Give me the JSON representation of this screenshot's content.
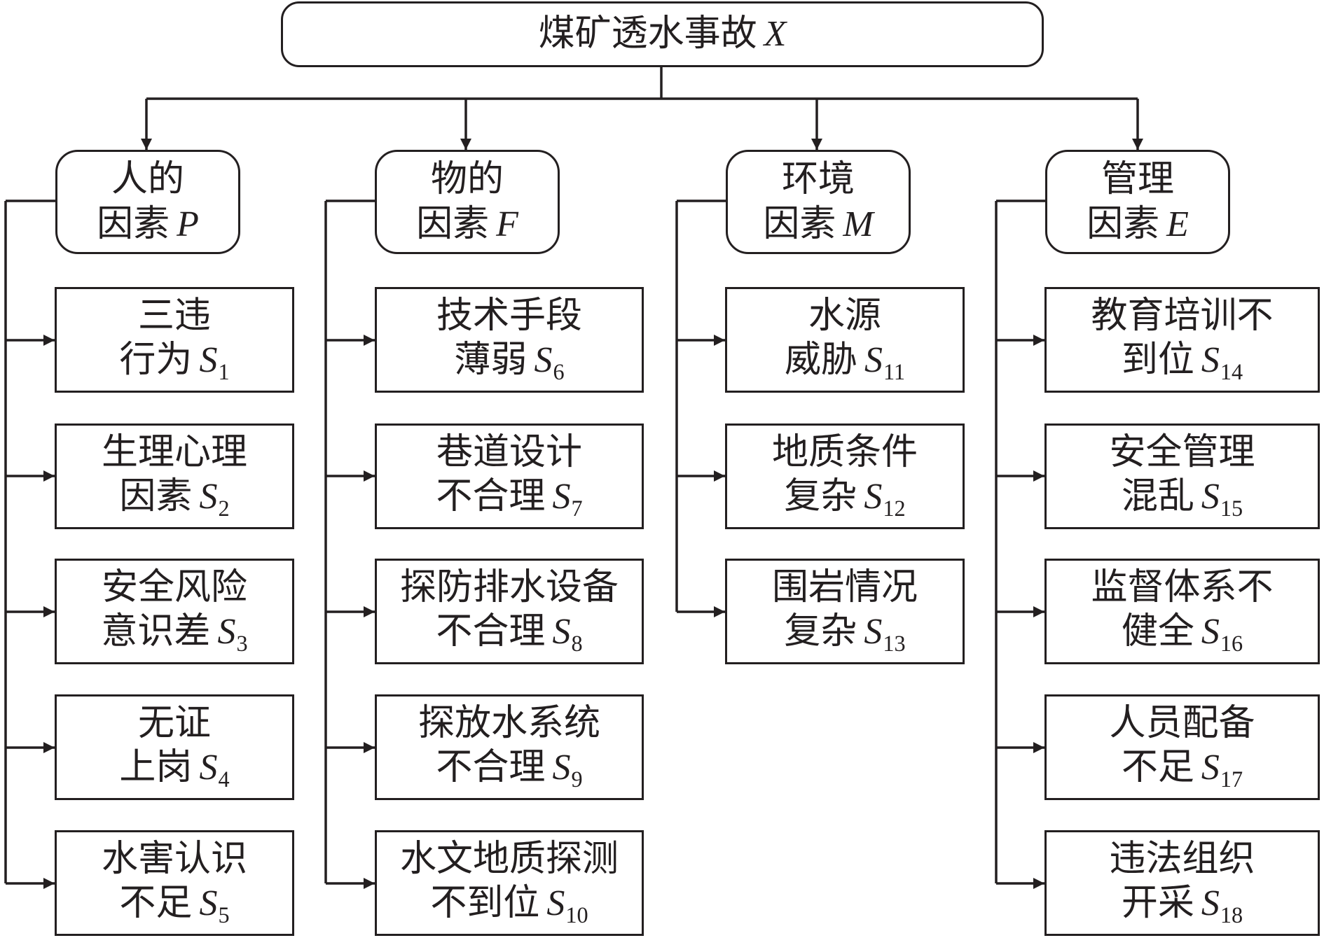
{
  "root": {
    "text": "煤矿透水事故",
    "symbol": "X"
  },
  "categories": [
    {
      "line1": "人的",
      "line2": "因素",
      "symbol": "P",
      "factors": [
        {
          "line1": "三违",
          "line2": "行为",
          "symbol": "S",
          "index": "1"
        },
        {
          "line1": "生理心理",
          "line2": "因素",
          "symbol": "S",
          "index": "2"
        },
        {
          "line1": "安全风险",
          "line2": "意识差",
          "symbol": "S",
          "index": "3"
        },
        {
          "line1": "无证",
          "line2": "上岗",
          "symbol": "S",
          "index": "4"
        },
        {
          "line1": "水害认识",
          "line2": "不足",
          "symbol": "S",
          "index": "5"
        }
      ]
    },
    {
      "line1": "物的",
      "line2": "因素",
      "symbol": "F",
      "factors": [
        {
          "line1": "技术手段",
          "line2": "薄弱",
          "symbol": "S",
          "index": "6"
        },
        {
          "line1": "巷道设计",
          "line2": "不合理",
          "symbol": "S",
          "index": "7"
        },
        {
          "line1": "探防排水设备",
          "line2": "不合理",
          "symbol": "S",
          "index": "8"
        },
        {
          "line1": "探放水系统",
          "line2": "不合理",
          "symbol": "S",
          "index": "9"
        },
        {
          "line1": "水文地质探测",
          "line2": "不到位",
          "symbol": "S",
          "index": "10"
        }
      ]
    },
    {
      "line1": "环境",
      "line2": "因素",
      "symbol": "M",
      "factors": [
        {
          "line1": "水源",
          "line2": "威胁",
          "symbol": "S",
          "index": "11"
        },
        {
          "line1": "地质条件",
          "line2": "复杂",
          "symbol": "S",
          "index": "12"
        },
        {
          "line1": "围岩情况",
          "line2": "复杂",
          "symbol": "S",
          "index": "13"
        }
      ]
    },
    {
      "line1": "管理",
      "line2": "因素",
      "symbol": "E",
      "factors": [
        {
          "line1": "教育培训不",
          "line2": "到位",
          "symbol": "S",
          "index": "14"
        },
        {
          "line1": "安全管理",
          "line2": "混乱",
          "symbol": "S",
          "index": "15"
        },
        {
          "line1": "监督体系不",
          "line2": "健全",
          "symbol": "S",
          "index": "16"
        },
        {
          "line1": "人员配备",
          "line2": "不足",
          "symbol": "S",
          "index": "17"
        },
        {
          "line1": "违法组织",
          "line2": "开采",
          "symbol": "S",
          "index": "18"
        }
      ]
    }
  ]
}
